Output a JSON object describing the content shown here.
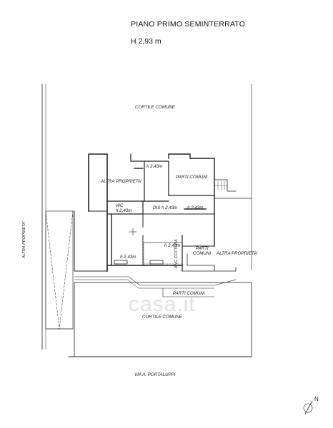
{
  "header": {
    "title": "PIANO PRIMO SEMINTERRATO",
    "height": "H 2,93 m"
  },
  "labels": {
    "cortile_top": "CORTILE COMUNE",
    "altra_left_room": "ALTRA PROPRIETA'",
    "h_top": "h 2,43m",
    "parti_comuni_top": "PARTI COMUNI",
    "wc": "WC",
    "wc_h": "h 2,43m",
    "dis": "DIS h 2,43m",
    "h_right": "h 2,43m",
    "h_mid": "h 2,43m",
    "h_left_low": "h 2,43m",
    "ang_cottura": "ANG COTTURA",
    "parti_comuni_side_1": "PARTI",
    "parti_comuni_side_2": "COMUNI",
    "altra_right": "ALTRA PROPRIETA'",
    "parti_comuni_bottom": "PARTI COMUNI",
    "cortile_bottom": "CORTILE COMUNE",
    "altra_vertical": "ALTRA PROPRIETA'",
    "street": "VIA A. PORTALUPPI",
    "north": "N"
  },
  "watermark": "casa.it",
  "colors": {
    "line": "#222222",
    "thin": "#555555",
    "watermark": "#cccccc"
  }
}
